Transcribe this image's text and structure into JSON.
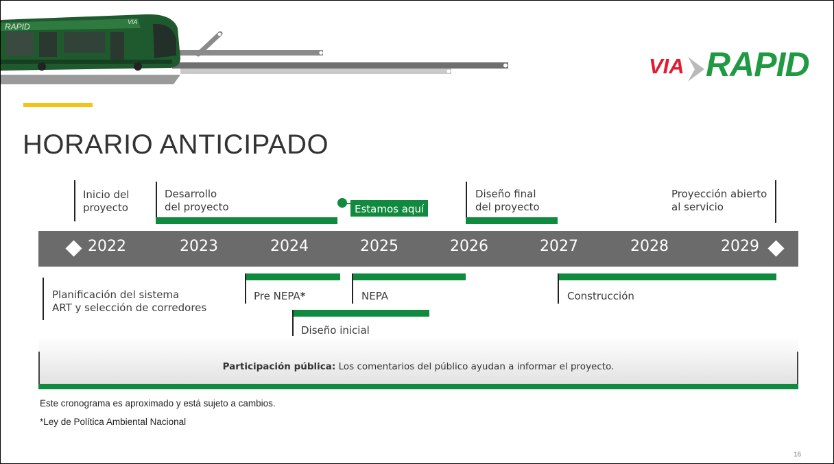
{
  "slide": {
    "title": "HORARIO ANTICIPADO",
    "page_number": "16"
  },
  "logo": {
    "via": "VIA",
    "rapid": "RAPID"
  },
  "timeline": {
    "years": [
      "2022",
      "2023",
      "2024",
      "2025",
      "2026",
      "2027",
      "2028",
      "2029"
    ],
    "top_labels": {
      "inicio": [
        "Inicio del",
        "proyecto"
      ],
      "desarrollo": [
        "Desarrollo",
        "del proyecto"
      ],
      "diseno_final": [
        "Diseño final",
        "del proyecto"
      ],
      "proyeccion": [
        "Proyección abierto",
        "al servicio"
      ]
    },
    "you_are_here": "Estamos aquí",
    "bottom_labels": {
      "planificacion": [
        "Planificación del sistema",
        "ART y selección de corredores"
      ],
      "pre_nepa": "Pre NEPA",
      "pre_nepa_mark": "*",
      "nepa": "NEPA",
      "diseno_inicial": "Diseño inicial",
      "construccion": "Construcción"
    }
  },
  "participation": {
    "bold": "Participación pública:",
    "text": " Los comentarios del público ayudan a informar el proyecto."
  },
  "notes": {
    "line1": "Este cronograma es aproximado y está sujeto a cambios.",
    "line2": "*Ley de Política Ambiental Nacional"
  },
  "colors": {
    "green": "#0f8a3e",
    "gray_band": "#6b6b6b",
    "accent_yellow": "#f2c318",
    "via_red": "#e21b2e",
    "rapid_green": "#1f9a43"
  }
}
